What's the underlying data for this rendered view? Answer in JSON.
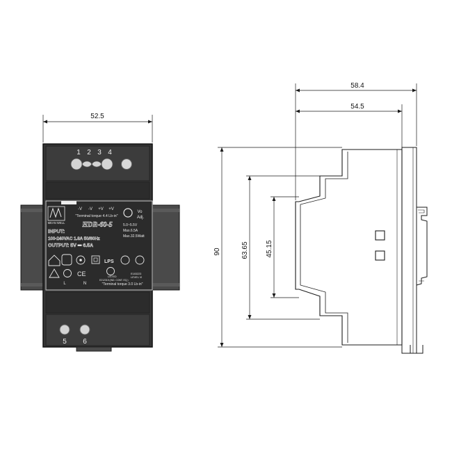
{
  "dimensions": {
    "front_width": "52.5",
    "side_total_depth": "58.4",
    "side_body_depth": "54.5",
    "height": "90",
    "height_inner_1": "63.65",
    "height_inner_2": "45.15"
  },
  "front": {
    "top_terminals": [
      "1",
      "2",
      "3",
      "4"
    ],
    "bottom_terminals": [
      "5",
      "6"
    ],
    "label": {
      "brand": "MEAN WELL",
      "polarity_labels": [
        "-V",
        "-V",
        "+V",
        "+V"
      ],
      "torque_top": "\"Terminal torque 4.4 Lb-in\"",
      "vo_adj": [
        "Vo",
        "Adj."
      ],
      "model": "HDR-60-5",
      "input_title": "INPUT:",
      "input_spec": "100-240VAC  1.8A  50/60Hz",
      "output_spec": "OUTPUT: 5V ⎓ 6.5A",
      "adj_specs": [
        "5.0~5.5V",
        "Max.6.5A",
        "Max.32.5Watt"
      ],
      "marks": [
        "CE",
        "LPS"
      ],
      "cert_lines": [
        "E183223",
        "LISTED",
        "E212315 (IND. CONT. EQ.)",
        "LEVEL VI"
      ],
      "ln": [
        "L",
        "N"
      ],
      "torque_bottom": "\"Terminal torque 3.0 Lb-in\""
    }
  },
  "colors": {
    "body": "#3a3a3a",
    "body_dark": "#262626",
    "rail": "#4a4a4a",
    "label_bg": "#2b2b2b",
    "label_text": "#e8e8e8",
    "line": "#1a1a1a"
  }
}
